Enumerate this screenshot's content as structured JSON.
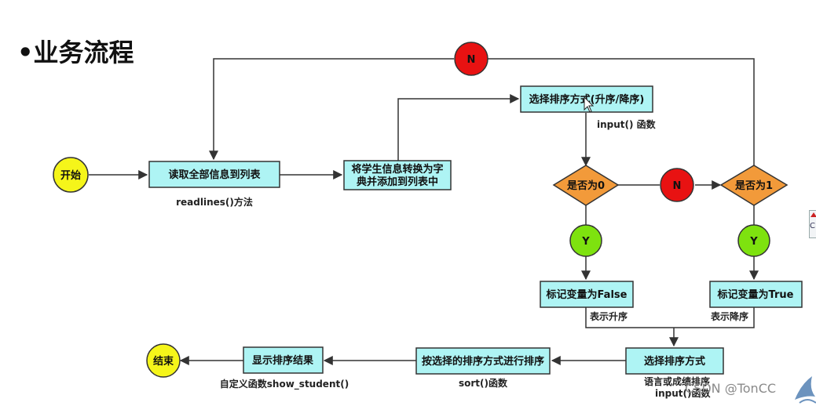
{
  "title": "业务流程",
  "bullet": "•",
  "nodes": {
    "start": "开始",
    "read": "读取全部信息到列表",
    "convert_line1": "将学生信息转换为字",
    "convert_line2": "典并添加到列表中",
    "choose_sort": "选择排序方式(升序/降序)",
    "is_zero": "是否为0",
    "is_one": "是否为1",
    "n_top": "N",
    "n_mid": "N",
    "y_left": "Y",
    "y_right": "Y",
    "flag_false": "标记变量为False",
    "flag_true": "标记变量为True",
    "choose_method": "选择排序方式",
    "do_sort": "按选择的排序方式进行排序",
    "show_result": "显示排序结果",
    "end": "结束"
  },
  "labels": {
    "readlines": "readlines()方法",
    "input_fn": "input() 函数",
    "asc": "表示升序",
    "desc": "表示降序",
    "lang_or_score": "语言或成绩排序",
    "input_fn2": "input()函数",
    "sort_fn": "sort()函数",
    "custom_fn": "自定义函数show_student()"
  },
  "watermark": "CSDN @TonCC",
  "colors": {
    "start_end": "#f5f51a",
    "process": "#aef4f4",
    "decision": "#f29a3a",
    "no_circle": "#e81212",
    "yes_circle": "#7ee20f",
    "edge": "#333333"
  }
}
